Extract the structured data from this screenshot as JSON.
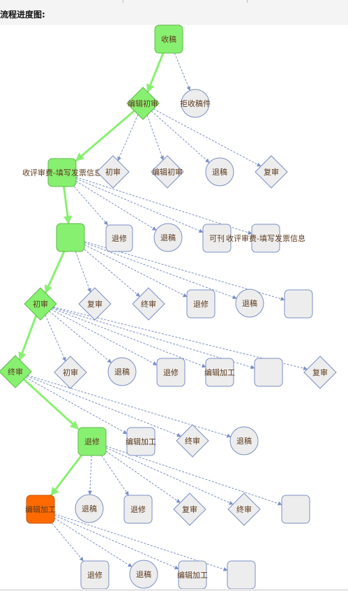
{
  "page": {
    "title": "流程进度图:"
  },
  "colors": {
    "done": "#88f070",
    "done_stroke": "#5fb94a",
    "current": "#ff6a00",
    "current_stroke": "#c55000",
    "pending": "#ededed",
    "pending_stroke": "#7b8fc4",
    "edge_active": "#88f070",
    "edge_dashed": "#7b8fc4",
    "label": "#5c3a1e"
  },
  "nodes": [
    {
      "id": "n1",
      "shape": "rect",
      "label": "收稿",
      "state": "done"
    },
    {
      "id": "n2",
      "shape": "diamond",
      "label": "编辑初审",
      "state": "done"
    },
    {
      "id": "n3",
      "shape": "circle",
      "label": "拒收稿件",
      "state": "pending"
    },
    {
      "id": "n4",
      "shape": "rect",
      "label": "收评审费-填写发票信息",
      "state": "done"
    },
    {
      "id": "n5",
      "shape": "diamond",
      "label": "初审",
      "state": "pending"
    },
    {
      "id": "n6",
      "shape": "diamond",
      "label": "编辑初审",
      "state": "pending"
    },
    {
      "id": "n7",
      "shape": "circle",
      "label": "退稿",
      "state": "pending"
    },
    {
      "id": "n8",
      "shape": "diamond",
      "label": "复审",
      "state": "pending"
    },
    {
      "id": "n9",
      "shape": "rect",
      "label": "",
      "state": "done"
    },
    {
      "id": "n10",
      "shape": "rect",
      "label": "退修",
      "state": "pending"
    },
    {
      "id": "n11",
      "shape": "circle",
      "label": "退稿",
      "state": "pending"
    },
    {
      "id": "n12",
      "shape": "rect",
      "label": "可刊",
      "state": "pending"
    },
    {
      "id": "n13",
      "shape": "rect",
      "label": "收评审费-填写发票信息",
      "state": "pending"
    },
    {
      "id": "n14",
      "shape": "diamond",
      "label": "初审",
      "state": "done"
    },
    {
      "id": "n15",
      "shape": "diamond",
      "label": "复审",
      "state": "pending"
    },
    {
      "id": "n16",
      "shape": "diamond",
      "label": "终审",
      "state": "pending"
    },
    {
      "id": "n17",
      "shape": "rect",
      "label": "退修",
      "state": "pending"
    },
    {
      "id": "n18",
      "shape": "circle",
      "label": "退稿",
      "state": "pending"
    },
    {
      "id": "n19",
      "shape": "rect",
      "label": "",
      "state": "pending"
    },
    {
      "id": "n20",
      "shape": "diamond",
      "label": "终审",
      "state": "done"
    },
    {
      "id": "n21",
      "shape": "diamond",
      "label": "初审",
      "state": "pending"
    },
    {
      "id": "n22",
      "shape": "circle",
      "label": "退稿",
      "state": "pending"
    },
    {
      "id": "n23",
      "shape": "rect",
      "label": "退修",
      "state": "pending"
    },
    {
      "id": "n24",
      "shape": "rect",
      "label": "编辑加工",
      "state": "pending"
    },
    {
      "id": "n25",
      "shape": "rect",
      "label": "",
      "state": "pending"
    },
    {
      "id": "n26",
      "shape": "diamond",
      "label": "复审",
      "state": "pending"
    },
    {
      "id": "n27",
      "shape": "rect",
      "label": "退修",
      "state": "done"
    },
    {
      "id": "n28",
      "shape": "rect",
      "label": "编辑加工",
      "state": "pending"
    },
    {
      "id": "n29",
      "shape": "diamond",
      "label": "终审",
      "state": "pending"
    },
    {
      "id": "n30",
      "shape": "circle",
      "label": "退稿",
      "state": "pending"
    },
    {
      "id": "n31",
      "shape": "rect",
      "label": "编辑加工",
      "state": "current"
    },
    {
      "id": "n32",
      "shape": "circle",
      "label": "退稿",
      "state": "pending"
    },
    {
      "id": "n33",
      "shape": "rect",
      "label": "退修",
      "state": "pending"
    },
    {
      "id": "n34",
      "shape": "diamond",
      "label": "复审",
      "state": "pending"
    },
    {
      "id": "n35",
      "shape": "diamond",
      "label": "终审",
      "state": "pending"
    },
    {
      "id": "n36",
      "shape": "rect",
      "label": "",
      "state": "pending"
    },
    {
      "id": "n37",
      "shape": "rect",
      "label": "退修",
      "state": "pending"
    },
    {
      "id": "n38",
      "shape": "circle",
      "label": "退稿",
      "state": "pending"
    },
    {
      "id": "n39",
      "shape": "rect",
      "label": "编辑加工",
      "state": "pending"
    },
    {
      "id": "n40",
      "shape": "rect",
      "label": "",
      "state": "pending"
    }
  ],
  "edges": [
    {
      "from": "n1",
      "to": "n2",
      "active": true
    },
    {
      "from": "n1",
      "to": "n3",
      "active": false
    },
    {
      "from": "n2",
      "to": "n4",
      "active": true
    },
    {
      "from": "n2",
      "to": "n5",
      "active": false
    },
    {
      "from": "n2",
      "to": "n6",
      "active": false
    },
    {
      "from": "n2",
      "to": "n7",
      "active": false
    },
    {
      "from": "n2",
      "to": "n8",
      "active": false
    },
    {
      "from": "n4",
      "to": "n9",
      "active": true
    },
    {
      "from": "n4",
      "to": "n10",
      "active": false
    },
    {
      "from": "n4",
      "to": "n11",
      "active": false
    },
    {
      "from": "n4",
      "to": "n12",
      "active": false
    },
    {
      "from": "n4",
      "to": "n13",
      "active": false
    },
    {
      "from": "n9",
      "to": "n14",
      "active": true
    },
    {
      "from": "n9",
      "to": "n15",
      "active": false
    },
    {
      "from": "n9",
      "to": "n16",
      "active": false
    },
    {
      "from": "n9",
      "to": "n17",
      "active": false
    },
    {
      "from": "n9",
      "to": "n18",
      "active": false
    },
    {
      "from": "n9",
      "to": "n19",
      "active": false
    },
    {
      "from": "n14",
      "to": "n20",
      "active": true
    },
    {
      "from": "n14",
      "to": "n21",
      "active": false
    },
    {
      "from": "n14",
      "to": "n22",
      "active": false
    },
    {
      "from": "n14",
      "to": "n23",
      "active": false
    },
    {
      "from": "n14",
      "to": "n24",
      "active": false
    },
    {
      "from": "n14",
      "to": "n25",
      "active": false
    },
    {
      "from": "n14",
      "to": "n26",
      "active": false
    },
    {
      "from": "n20",
      "to": "n27",
      "active": true
    },
    {
      "from": "n20",
      "to": "n28",
      "active": false
    },
    {
      "from": "n20",
      "to": "n29",
      "active": false
    },
    {
      "from": "n20",
      "to": "n30",
      "active": false
    },
    {
      "from": "n27",
      "to": "n31",
      "active": true
    },
    {
      "from": "n27",
      "to": "n32",
      "active": false
    },
    {
      "from": "n27",
      "to": "n33",
      "active": false
    },
    {
      "from": "n27",
      "to": "n34",
      "active": false
    },
    {
      "from": "n27",
      "to": "n35",
      "active": false
    },
    {
      "from": "n27",
      "to": "n36",
      "active": false
    },
    {
      "from": "n31",
      "to": "n37",
      "active": false
    },
    {
      "from": "n31",
      "to": "n38",
      "active": false
    },
    {
      "from": "n31",
      "to": "n39",
      "active": false
    },
    {
      "from": "n31",
      "to": "n40",
      "active": false
    }
  ]
}
